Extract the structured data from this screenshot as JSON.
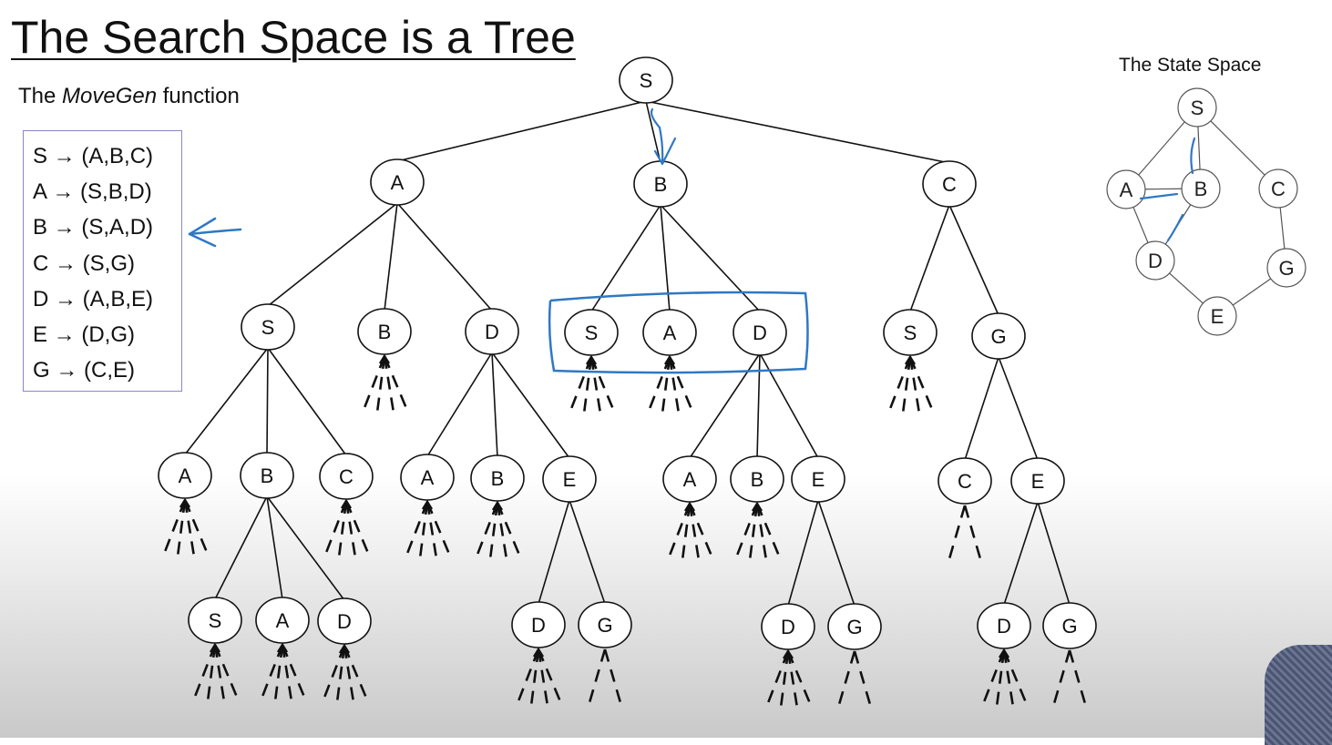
{
  "slide": {
    "title": "The Search Space is a Tree",
    "movegen_heading": {
      "prefix": "The ",
      "italic": "MoveGen",
      "suffix": " function"
    },
    "movegen_rules": [
      "S → (A,B,C)",
      "A → (S,B,D)",
      "B → (S,A,D)",
      "C → (S,G)",
      "D → (A,B,E)",
      "E → (D,G)",
      "G → (C,E)"
    ],
    "state_space_title": "The State Space"
  },
  "search_tree": {
    "nodes": [
      {
        "id": "root",
        "label": "S"
      },
      {
        "id": "n1",
        "label": "A"
      },
      {
        "id": "n2",
        "label": "B"
      },
      {
        "id": "n3",
        "label": "C"
      },
      {
        "id": "n11",
        "label": "S"
      },
      {
        "id": "n12",
        "label": "B"
      },
      {
        "id": "n13",
        "label": "D"
      },
      {
        "id": "n21",
        "label": "S"
      },
      {
        "id": "n22",
        "label": "A"
      },
      {
        "id": "n23",
        "label": "D"
      },
      {
        "id": "n31",
        "label": "S"
      },
      {
        "id": "n32",
        "label": "G"
      },
      {
        "id": "n111",
        "label": "A"
      },
      {
        "id": "n112",
        "label": "B"
      },
      {
        "id": "n113",
        "label": "C"
      },
      {
        "id": "n131",
        "label": "A"
      },
      {
        "id": "n132",
        "label": "B"
      },
      {
        "id": "n133",
        "label": "E"
      },
      {
        "id": "n231",
        "label": "A"
      },
      {
        "id": "n232",
        "label": "B"
      },
      {
        "id": "n233",
        "label": "E"
      },
      {
        "id": "n321",
        "label": "C"
      },
      {
        "id": "n322",
        "label": "E"
      },
      {
        "id": "n1121",
        "label": "S"
      },
      {
        "id": "n1122",
        "label": "A"
      },
      {
        "id": "n1123",
        "label": "D"
      },
      {
        "id": "n1331",
        "label": "D"
      },
      {
        "id": "n1332",
        "label": "G"
      },
      {
        "id": "n2331",
        "label": "D"
      },
      {
        "id": "n2332",
        "label": "G"
      },
      {
        "id": "n3221",
        "label": "D"
      },
      {
        "id": "n3222",
        "label": "G"
      }
    ],
    "edges": [
      [
        "root",
        "n1"
      ],
      [
        "root",
        "n2"
      ],
      [
        "root",
        "n3"
      ],
      [
        "n1",
        "n11"
      ],
      [
        "n1",
        "n12"
      ],
      [
        "n1",
        "n13"
      ],
      [
        "n2",
        "n21"
      ],
      [
        "n2",
        "n22"
      ],
      [
        "n2",
        "n23"
      ],
      [
        "n3",
        "n31"
      ],
      [
        "n3",
        "n32"
      ],
      [
        "n11",
        "n111"
      ],
      [
        "n11",
        "n112"
      ],
      [
        "n11",
        "n113"
      ],
      [
        "n13",
        "n131"
      ],
      [
        "n13",
        "n132"
      ],
      [
        "n13",
        "n133"
      ],
      [
        "n23",
        "n231"
      ],
      [
        "n23",
        "n232"
      ],
      [
        "n23",
        "n233"
      ],
      [
        "n32",
        "n321"
      ],
      [
        "n32",
        "n322"
      ],
      [
        "n112",
        "n1121"
      ],
      [
        "n112",
        "n1122"
      ],
      [
        "n112",
        "n1123"
      ],
      [
        "n133",
        "n1331"
      ],
      [
        "n133",
        "n1332"
      ],
      [
        "n233",
        "n2331"
      ],
      [
        "n233",
        "n2332"
      ],
      [
        "n322",
        "n3221"
      ],
      [
        "n322",
        "n3222"
      ]
    ],
    "unexpanded_nodes": [
      {
        "id": "n12",
        "branches": 3
      },
      {
        "id": "n21",
        "branches": 3
      },
      {
        "id": "n22",
        "branches": 3
      },
      {
        "id": "n31",
        "branches": 3
      },
      {
        "id": "n111",
        "branches": 3
      },
      {
        "id": "n113",
        "branches": 3
      },
      {
        "id": "n131",
        "branches": 3
      },
      {
        "id": "n132",
        "branches": 3
      },
      {
        "id": "n231",
        "branches": 3
      },
      {
        "id": "n232",
        "branches": 3
      },
      {
        "id": "n321",
        "branches": 2
      },
      {
        "id": "n1121",
        "branches": 3
      },
      {
        "id": "n1122",
        "branches": 3
      },
      {
        "id": "n1123",
        "branches": 3
      },
      {
        "id": "n1331",
        "branches": 3
      },
      {
        "id": "n1332",
        "branches": 2
      },
      {
        "id": "n2331",
        "branches": 3
      },
      {
        "id": "n2332",
        "branches": 2
      },
      {
        "id": "n3221",
        "branches": 3
      },
      {
        "id": "n3222",
        "branches": 2
      }
    ]
  },
  "state_space": {
    "nodes": [
      {
        "id": "S",
        "label": "S"
      },
      {
        "id": "A",
        "label": "A"
      },
      {
        "id": "B",
        "label": "B"
      },
      {
        "id": "C",
        "label": "C"
      },
      {
        "id": "D",
        "label": "D"
      },
      {
        "id": "G",
        "label": "G"
      },
      {
        "id": "E",
        "label": "E"
      }
    ],
    "edges": [
      [
        "S",
        "A"
      ],
      [
        "S",
        "B"
      ],
      [
        "S",
        "C"
      ],
      [
        "A",
        "B"
      ],
      [
        "A",
        "D"
      ],
      [
        "B",
        "D"
      ],
      [
        "C",
        "G"
      ],
      [
        "D",
        "E"
      ],
      [
        "E",
        "G"
      ]
    ]
  },
  "colors": {
    "annotation": "#2f78c4",
    "border": "#8a86c8",
    "ink": "#111111"
  }
}
